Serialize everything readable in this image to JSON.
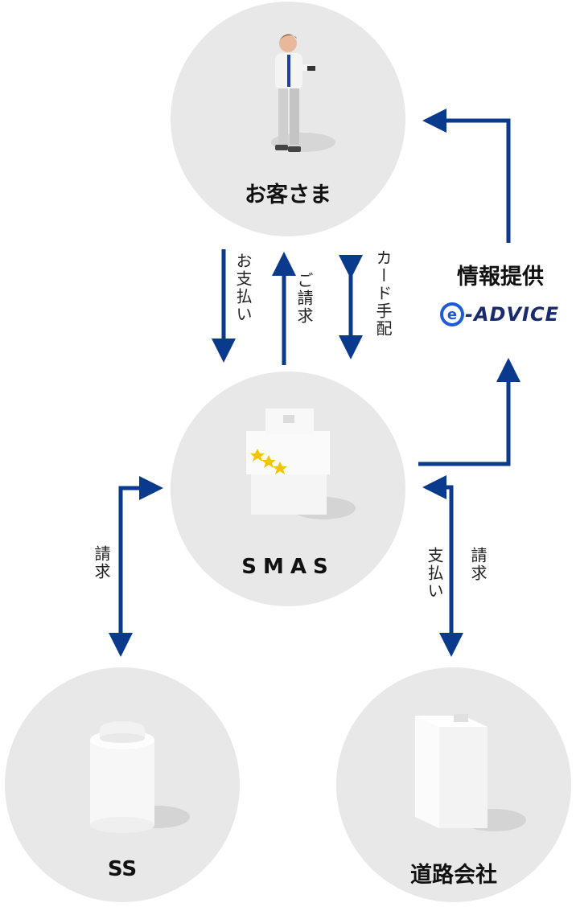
{
  "nodes": {
    "customer": "お客さま",
    "smas": "SMAS",
    "ss": "SS",
    "road_company": "道路会社"
  },
  "flows": {
    "payment": "お支払い",
    "billing": "ご請求",
    "card_arrangement": "カード手配",
    "info_provision": "情報提供",
    "ss_billing": "請求",
    "road_payment": "支払い",
    "road_billing": "請求"
  },
  "logo": {
    "text": "-ADVICE",
    "mark": "e"
  },
  "colors": {
    "arrow": "#0a3a8c",
    "circle": "#e8e8e8"
  }
}
